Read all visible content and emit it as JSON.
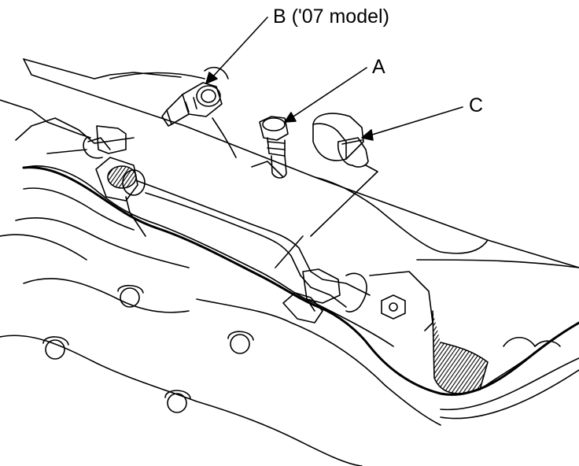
{
  "labels": {
    "b": "B ('07 model)",
    "a": "A",
    "c": "C"
  },
  "colors": {
    "ink": "#000000",
    "background": "#ffffff",
    "hatch": "#000000"
  }
}
